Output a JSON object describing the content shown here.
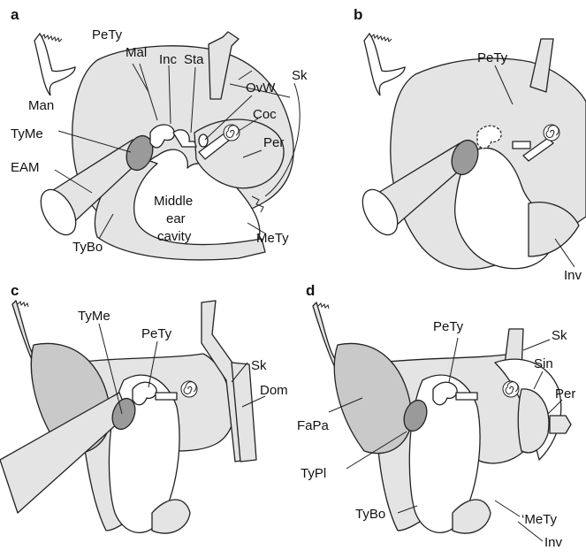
{
  "figure": {
    "panels": [
      {
        "letter": "a",
        "labels": {
          "man": "Man",
          "pety": "PeTy",
          "mal": "Mal",
          "inc": "Inc",
          "sta": "Sta",
          "sk": "Sk",
          "ovw": "OvW",
          "coc": "Coc",
          "tyme": "TyMe",
          "per": "Per",
          "eam": "EAM",
          "middle1": "Middle",
          "middle2": "ear",
          "middle3": "cavity",
          "tybo": "TyBo",
          "mety": "MeTy"
        }
      },
      {
        "letter": "b",
        "labels": {
          "pety": "PeTy",
          "inv": "Inv"
        }
      },
      {
        "letter": "c",
        "labels": {
          "tyme": "TyMe",
          "pety": "PeTy",
          "sk": "Sk",
          "dom": "Dom"
        }
      },
      {
        "letter": "d",
        "labels": {
          "pety": "PeTy",
          "sk": "Sk",
          "sin": "Sin",
          "per": "Per",
          "fapa": "FaPa",
          "typl": "TyPl",
          "tybo": "TyBo",
          "mety": "‘MeTy",
          "inv": "Inv"
        }
      }
    ],
    "colors": {
      "light": "#e4e4e4",
      "medium": "#c9c9c9",
      "dark": "#9a9a9a",
      "outline": "#222222"
    }
  }
}
